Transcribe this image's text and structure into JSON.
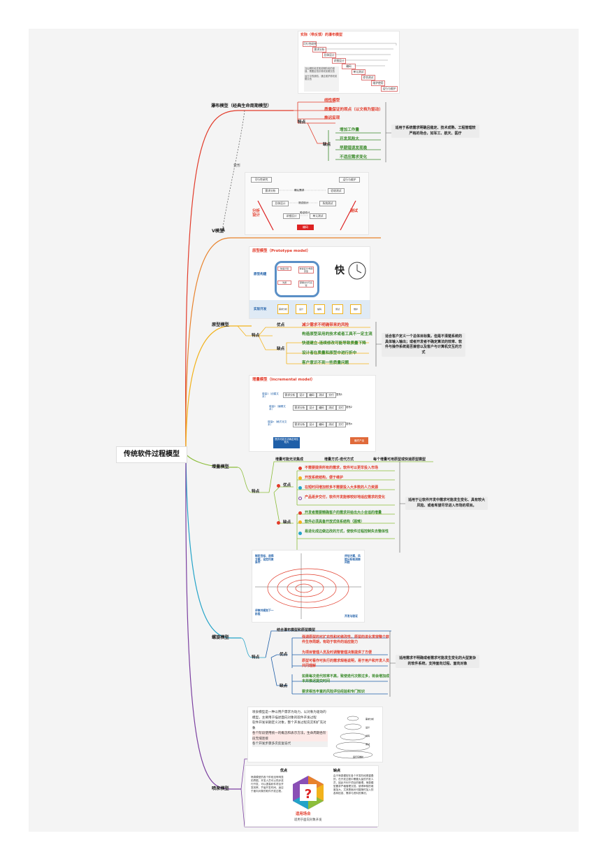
{
  "root": "传统软件过程模型",
  "colors": {
    "waterfall": "#e23b2a",
    "v": "#e8822b",
    "prototype": "#f2b21b",
    "incremental": "#8cbd3a",
    "spiral": "#23a3c8",
    "fountain": "#7b3fa0"
  },
  "waterfall": {
    "title": "瀑布模型（经典生命周期模型）",
    "img_title": "实际（带反馈）的瀑布模型",
    "img_steps": [
      "可行性研究",
      "需求分析",
      "总体设计",
      "详细设计",
      "编码",
      "单元测试",
      "综合测试",
      "维护使用",
      "运行与维护"
    ],
    "img_notes": [
      "当后期阶段发现前期阶段的错误，需要反馈并修改前期文档",
      "运行中的缺陷，通过维护修改前期文档"
    ],
    "feature_label": "特点",
    "features": [
      "线性模型",
      "质量保证的观点（以文档为驱动）",
      "推迟实现"
    ],
    "cons_label": "缺点",
    "cons": [
      "增加工作量",
      "开发风险大",
      "早期错误发现晚",
      "不适应需求变化"
    ],
    "summary": "适用于系统需求明确且稳定、技术成熟、工程管理较严格的场合，如军工、航天、医疗",
    "variant": "变形"
  },
  "vmodel": {
    "title": "V模型",
    "top_left": "可行性研究",
    "top_right": "运行与维护",
    "rows": [
      [
        "需求分析",
        "确认需求",
        "验收测试"
      ],
      [
        "总体设计",
        "测试设计",
        "系统测试"
      ],
      [
        "详细设计",
        "验证设计",
        "单元测试"
      ]
    ],
    "bottom": "编码",
    "left_label": "分析设计",
    "right_label": "测试"
  },
  "prototype": {
    "title": "原型模型",
    "img_title": "原型模型（Prototype model）",
    "img_labels": [
      "原型构建",
      "实际开发",
      "快"
    ],
    "cycle": [
      "快速计划",
      "快速设计/构建原型",
      "部署交付与反馈",
      "沟通"
    ],
    "devsteps": [
      "需求分析",
      "设计",
      "编码",
      "测试",
      "维护"
    ],
    "feature_label": "特点",
    "pros_label": "优点",
    "pros": [
      "减少需求不明确带来的风险"
    ],
    "cons_label": "缺点",
    "cons": [
      "构造原型采用的技术或者工具不一定主流",
      "快速建立-连续修改可能导致质量下降",
      "设计者在质量和原型中进行折中",
      "客户意识不到一些质量问题"
    ],
    "summary": "适合客户定义一个总体目标集，但是不清楚系统的具体输入输出；或者开发者不确定算法的效率、软件与操作系统是否兼容以及客户与计算机交互的方式"
  },
  "incremental": {
    "title": "增量模型",
    "img_title": "增量模型（Incremental model）",
    "inc_labels": [
      "增量1（创建文本）",
      "增量2（编辑文本）",
      "增量n（格式化文本）"
    ],
    "steps": [
      "需求分析",
      "设计",
      "编码",
      "测试",
      "交付"
    ],
    "releases": [
      "发布1",
      "发布2",
      "发布n"
    ],
    "note_left": "提供可能无法确定风险较大",
    "note_right": "最终产品",
    "feature_label": "特点",
    "headers": [
      "增量可能无法集成",
      "增量方式-迭代方式",
      "每个增量可用原型或快速原型模型"
    ],
    "pros_label": "优点",
    "pros": [
      "不需要提供所有的需求，软件可以更早投入市场",
      "开放系统结构，便于维护",
      "在短时间增加较多不需要投入大多数的人力资源",
      "产品逐步交付，软件开发能够较好地适应需求的变化"
    ],
    "cons_label": "缺点",
    "cons": [
      "开发者需要精确客户的需求并给出大小合适的增量",
      "软件必须具备开放式体系结构（困难）",
      "易退化成边做边改的方式，使软件过程控制失去整体性"
    ],
    "summary": "适用于让软件开发中需求可能发生变化、具有较大风险、或者希望尽早进入市场的项目。"
  },
  "spiral": {
    "title": "螺旋模型",
    "quad": [
      "制定目标、选择方案、设定约束条件",
      "评估方案、风险分析和消除风险",
      "开发与验证",
      "评审并规划下一阶段"
    ],
    "feature_label": "特点",
    "header": "结合瀑布模型和原型模型",
    "pros_label": "优点",
    "pros": [
      "强调原型的可扩充性和可修改性，原型的进化贯穿整个软件生存周期，有助于软件的适应能力",
      "为项目管理人员及时调整管理决策提供了方便",
      "原型可看作可执行的需求规格说明，易于用户和开发人员共同理解"
    ],
    "cons_label": "缺点",
    "cons": [
      "如果每次迭代效率不高，致使迭代次数过多，将会增加成本并推迟提交时间",
      "要求相当丰富的风险评估经验和专门知识"
    ],
    "summary": "适用需求不明确或者需求可能发生变化的大型复杂的软件系统，支持面向过程、面向对象"
  },
  "fountain": {
    "title": "喷泉模型",
    "bullets": [
      "喷泉模型是一种以用户需求为动力，以对象为驱动的模型，主要用于描述面向对象的软件开发过程",
      "软件开发早期定义对象，整个开发过程充实和扩充对象",
      "各个阶段使用统一的概念和表示方法，生命周期各阶段无缝连接",
      "各个开发步骤多次反复迭代"
    ],
    "fountain_labels": [
      "需求分析",
      "设计",
      "编码",
      "测试",
      "运行与维护"
    ],
    "pros_label": "优点",
    "pros_text": "喷泉模型的各个阶段没有明显的界限，开发人员可以同步进行开发，可以提高软件项目开发效率，节省开发时间，适应于面向对象的软件开发过程。",
    "cons_label": "缺点",
    "cons_text": "由于喷泉模型在各个开发阶段是重叠的，在开发过程中需要大量的开发人员，因此不利于项目的管理。喷泉模型要求严格管理文档，使得审核的难度加大，尤其是面对可能随时加入的各种信息、需求与资料的情况。",
    "scope_label": "适用场合",
    "scope_text": "适用于面向对象开发"
  }
}
